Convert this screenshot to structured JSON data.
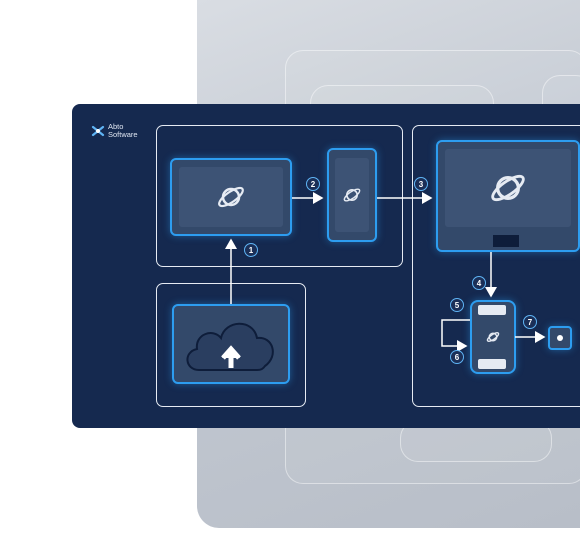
{
  "logo": {
    "line1": "Abto",
    "line2": "Software"
  },
  "steps": [
    "1",
    "2",
    "3",
    "4",
    "5",
    "6",
    "7"
  ],
  "colors": {
    "card": "#15294f",
    "accent": "#2d9df0",
    "device": "#33496a",
    "line": "#e6ebf3"
  },
  "icons": {
    "brand": "abto-logo-icon",
    "upload": "cloud-upload-icon",
    "product": "satellite-icon",
    "sensor": "sensor-icon"
  }
}
